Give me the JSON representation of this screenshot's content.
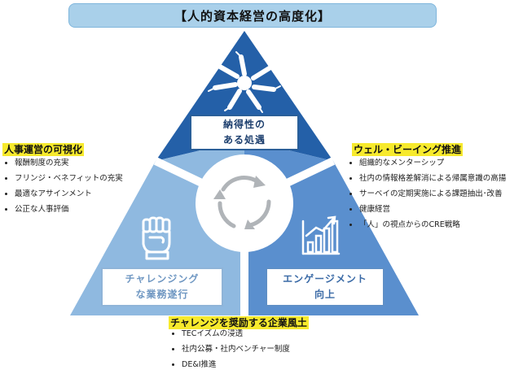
{
  "title": "【人的資本経営の高度化】",
  "triangle": {
    "top": {
      "line1": "納得性の",
      "line2": "ある処遇",
      "icon": "hands-together-icon",
      "color": "#2460a8"
    },
    "left": {
      "line1": "チャレンジング",
      "line2": "な業務遂行",
      "icon": "raised-fist-icon",
      "color": "#8fb9e0"
    },
    "right": {
      "line1": "エンゲージメント",
      "line2": "向上",
      "icon": "growth-bar-chart-icon",
      "color": "#5a8fce"
    },
    "center_icon": "cycle-arrows-icon"
  },
  "sections": {
    "left": {
      "heading": "人事運営の可視化",
      "items": [
        "報酬制度の充実",
        "フリンジ・ベネフィットの充実",
        "最適なアサインメント",
        "公正な人事評価"
      ]
    },
    "right": {
      "heading": "ウェル・ビーイング推進",
      "items": [
        "組織的なメンターシップ",
        "社内の情報格差解消による帰属意識の高揚",
        "サーベイの定期実施による課題抽出･改善",
        "健康経営",
        "「人」の視点からのCRE戦略"
      ]
    },
    "bottom": {
      "heading": "チャレンジを奨励する企業風土",
      "items": [
        "TECイズムの浸透",
        "社内公募・社内ベンチャー制度",
        "DE&I推進"
      ]
    }
  }
}
